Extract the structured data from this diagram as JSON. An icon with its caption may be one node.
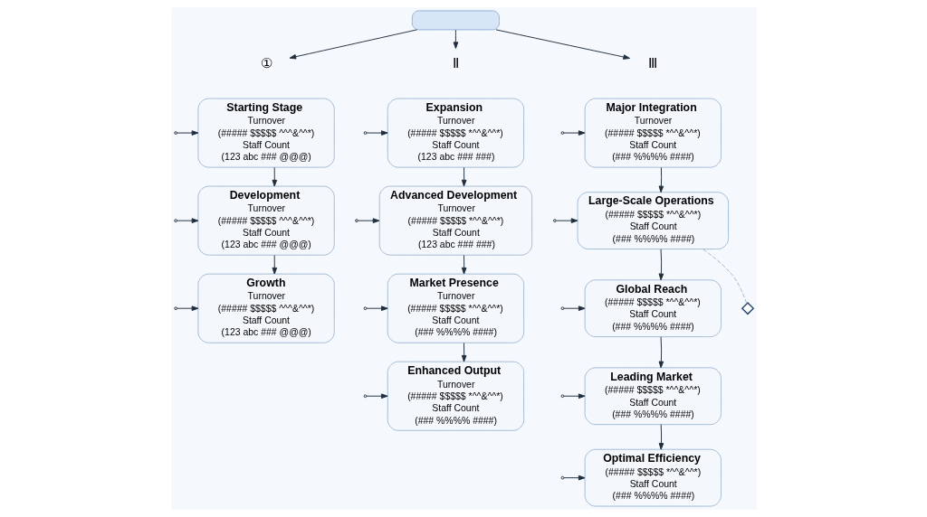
{
  "diagram": {
    "nodes": [
      {
        "text": [],
        "shape": "box"
      },
      {
        "text": [
          "①"
        ]
      },
      {
        "text": [
          "Ⅱ"
        ]
      },
      {
        "text": [
          "Ⅲ"
        ]
      },
      {
        "text": [
          "Starting Stage",
          "Turnover",
          "(##### $$$$$ ^^^&^^*)",
          "Staff Count",
          "(123 abc ### @@@)"
        ]
      },
      {
        "text": [
          "Development",
          "Turnover",
          "(##### $$$$$ ^^^&^^*)",
          "Staff Count",
          "(123 abc ### @@@)"
        ]
      },
      {
        "text": [
          "Growth",
          "Turnover",
          "(##### $$$$$ ^^^&^^*)",
          "Staff Count",
          "(123 abc ### @@@)"
        ]
      },
      {
        "text": [
          "Expansion",
          "Turnover",
          "(##### $$$$$ *^^&^^*)",
          "Staff Count",
          "(123 abc ### ###)"
        ]
      },
      {
        "text": [
          "Advanced Development",
          "Turnover",
          "(##### $$$$$ *^^&^^*)",
          "Staff Count",
          "(123 abc ### ###)"
        ]
      },
      {
        "text": [
          "Market Presence",
          "Turnover",
          "(##### $$$$$ *^^&^^*)",
          "Staff Count",
          "(### %%%% ####)"
        ]
      },
      {
        "text": [
          "Enhanced Output",
          "Turnover",
          "(##### $$$$$ *^^&^^*)",
          "Staff Count",
          "(### %%%% ####)"
        ]
      },
      {
        "text": [
          "Major Integration",
          "Turnover",
          "(##### $$$$$ *^^&^^*)",
          "Staff Count",
          "(### %%%% ####)"
        ]
      },
      {
        "text": [
          "Large-Scale Operations",
          "(##### $$$$$ *^^&^^*)",
          "Staff Count",
          "(### %%%% ####)"
        ]
      },
      {
        "text": [
          "Global Reach",
          "(##### $$$$$ *^^&^^*)",
          "Staff Count",
          "(### %%%% ####)"
        ]
      },
      {
        "text": [
          "Leading Market",
          "(##### $$$$$ *^^&^^*)",
          "Staff Count",
          "(### %%%% ####)"
        ]
      },
      {
        "text": [
          "Optimal Efficiency",
          "(##### $$$$$ *^^&^^*)",
          "Staff Count",
          "(### %%%% ####)"
        ]
      },
      {
        "text": [],
        "shape": "diamond"
      }
    ],
    "edges": [
      {
        "from": 0,
        "to": 1,
        "arrow": "to"
      },
      {
        "from": 0,
        "to": 2,
        "arrow": "to"
      },
      {
        "from": 0,
        "to": 3,
        "arrow": "to"
      },
      {
        "from": 4,
        "to": 5,
        "arrow": "to"
      },
      {
        "from": 5,
        "to": 6,
        "arrow": "to"
      },
      {
        "from": 7,
        "to": 8,
        "arrow": "to"
      },
      {
        "from": 8,
        "to": 9,
        "arrow": "to"
      },
      {
        "from": 9,
        "to": 10,
        "arrow": "to"
      },
      {
        "from": 11,
        "to": 12,
        "arrow": "to"
      },
      {
        "from": 12,
        "to": 13,
        "arrow": "to"
      },
      {
        "from": 13,
        "to": 14,
        "arrow": "to"
      },
      {
        "from": 14,
        "to": 15,
        "arrow": "to"
      },
      {
        "from": null,
        "to": 4,
        "arrow": "to"
      },
      {
        "from": null,
        "to": 5,
        "arrow": "to"
      },
      {
        "from": null,
        "to": 6,
        "arrow": "to"
      },
      {
        "from": null,
        "to": 7,
        "arrow": "to"
      },
      {
        "from": null,
        "to": 8,
        "arrow": "to"
      },
      {
        "from": null,
        "to": 9,
        "arrow": "to"
      },
      {
        "from": null,
        "to": 10,
        "arrow": "to"
      },
      {
        "from": null,
        "to": 11,
        "arrow": "to"
      },
      {
        "from": null,
        "to": 12,
        "arrow": "to"
      },
      {
        "from": null,
        "to": 13,
        "arrow": "to"
      },
      {
        "from": null,
        "to": 14,
        "arrow": "to"
      },
      {
        "from": null,
        "to": 15,
        "arrow": "to"
      },
      {
        "from": 12,
        "to": 16,
        "arrow": "none",
        "style": "dashed",
        "color": "#9fb8d4"
      }
    ]
  }
}
